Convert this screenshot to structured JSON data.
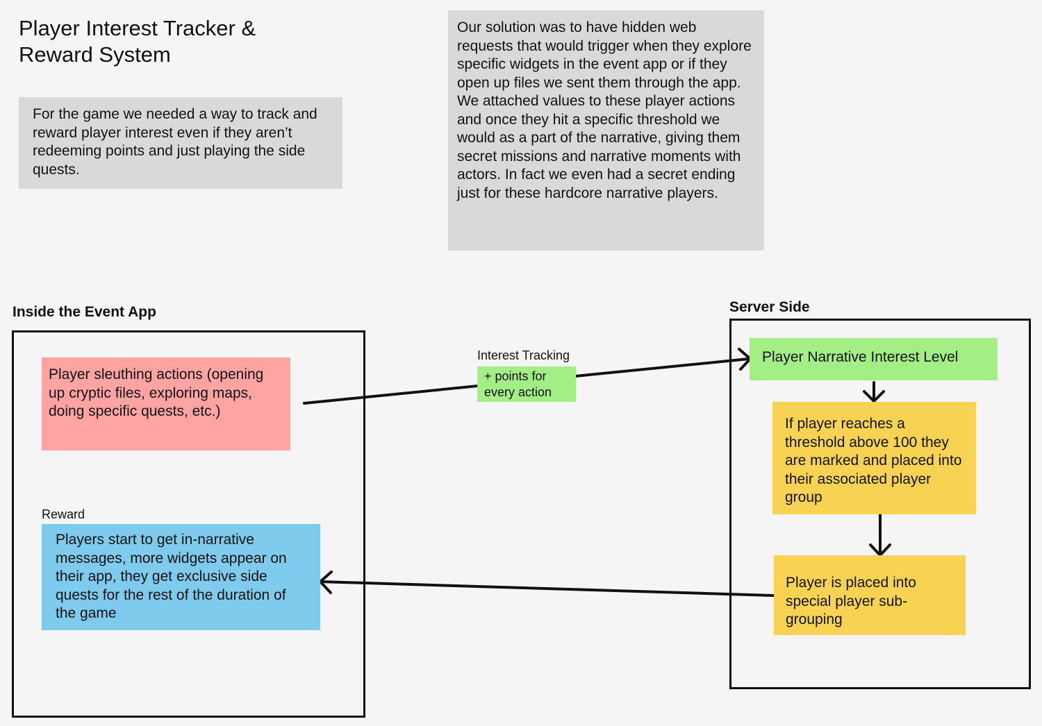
{
  "title": "Player Interest Tracker & Reward System",
  "notes": {
    "left": "For the game we needed a way to track and reward player interest even if they aren’t redeeming points and just playing the side quests.",
    "right": "Our solution was to have hidden web requests that would trigger when  they explore specific widgets in the event app or if they open up files we sent them through the app. We attached values to these player actions and once they hit a specific threshold we would as a part of the narrative, giving them secret missions and narrative moments with actors. In fact we even had a secret ending just for these hardcore narrative players."
  },
  "sections": {
    "inside": "Inside the Event App",
    "server": "Server Side"
  },
  "nodes": {
    "actions": "Player sleuthing actions (opening up cryptic files, exploring maps, doing specific quests, etc.)",
    "reward_label": "Reward",
    "reward": "Players start to get in-narrative messages, more widgets appear on their app, they get exclusive side quests for the rest of the duration of the game",
    "interest": "Player Narrative Interest Level",
    "threshold": "If player reaches a threshold above 100 they are marked and placed into their associated player group",
    "subgroup": "Player is placed into special player sub-grouping"
  },
  "edges": {
    "tracking_label": "Interest Tracking",
    "tracking_points": "+ points for every action"
  }
}
